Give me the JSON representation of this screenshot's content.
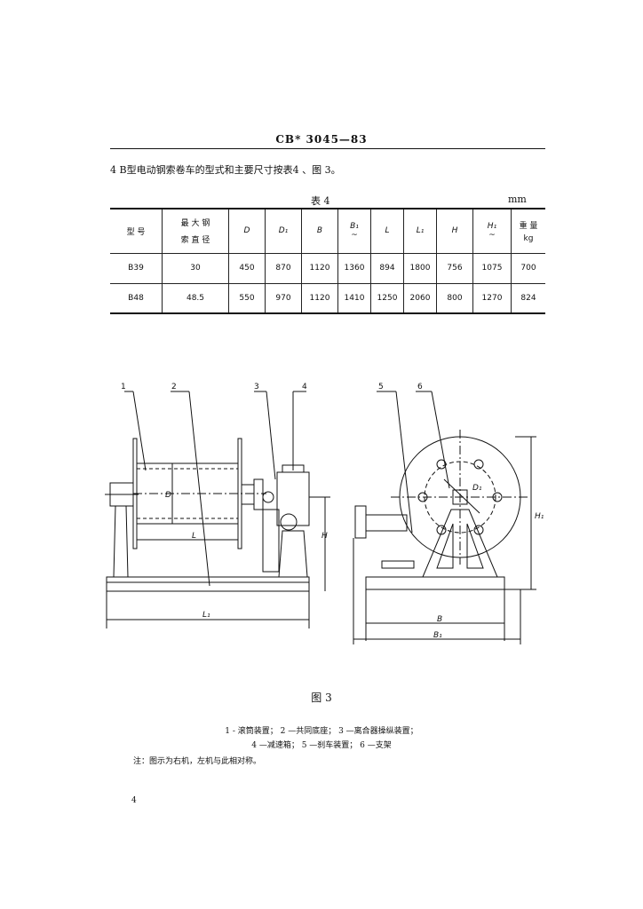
{
  "header": {
    "standard_code": "CB* 3045—83"
  },
  "intro_text": "4  B型电动钢索卷车的型式和主要尺寸按表4 、图 3。",
  "table": {
    "caption": "表 4",
    "unit": "mm",
    "headers": {
      "model": "型    号",
      "rope_dia_line1": "最 大 钢",
      "rope_dia_line2": "索 直 径",
      "D": "D",
      "D1": "D₁",
      "B": "B",
      "B1_line1": "B₁",
      "B1_line2": "~",
      "L": "L",
      "L1": "L₁",
      "H": "H",
      "H1_line1": "H₁",
      "H1_line2": "~",
      "weight_line1": "重 量",
      "weight_line2": "kg"
    },
    "rows": [
      {
        "model": "B39",
        "rope": "30",
        "D": "450",
        "D1": "870",
        "B": "1120",
        "B1": "1360",
        "L": "894",
        "L1": "1800",
        "H": "756",
        "H1": "1075",
        "weight": "700"
      },
      {
        "model": "B48",
        "rope": "48.5",
        "D": "550",
        "D1": "970",
        "B": "1120",
        "B1": "1410",
        "L": "1250",
        "L1": "2060",
        "H": "800",
        "H1": "1270",
        "weight": "824"
      }
    ]
  },
  "figure": {
    "callouts": [
      "1",
      "2",
      "3",
      "4",
      "5",
      "6"
    ],
    "dim_labels": {
      "D": "D",
      "L": "L",
      "H": "H",
      "L1": "L₁",
      "D1": "D₁",
      "B": "B",
      "B1": "B₁",
      "H1": "H₁"
    },
    "caption": "图 3",
    "legend_line1": "1 - 滚筒装置；  2 —共同底座；  3 —离合器操纵装置；",
    "legend_line2": "4 —减速箱；  5 —刹车装置；  6 —支架",
    "note": "注：图示为右机，左机与此相对称。"
  },
  "page_number": "4"
}
